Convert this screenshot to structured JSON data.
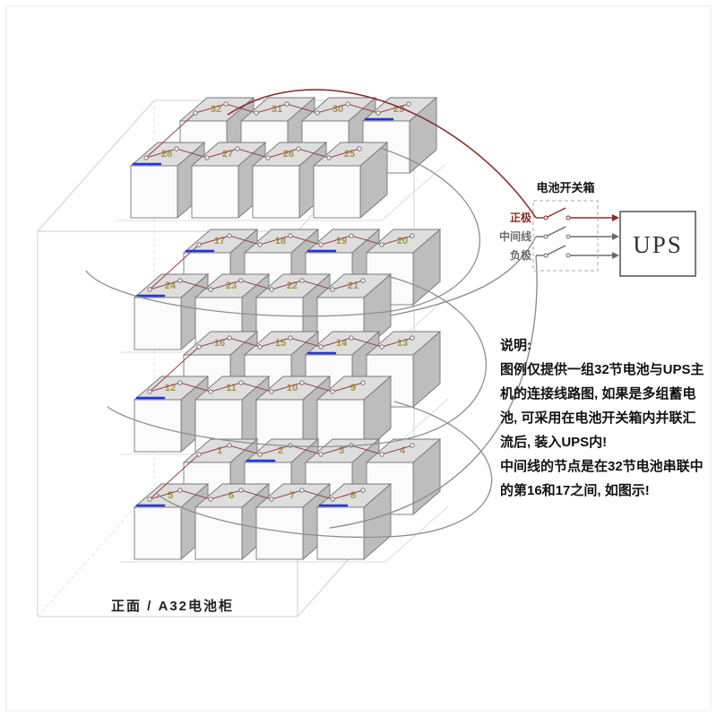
{
  "caption": {
    "text": "正面 / A32电池柜"
  },
  "switch_box": {
    "title": "电池开关箱",
    "lines": [
      {
        "label": "正极",
        "color": "#8b2a2a"
      },
      {
        "label": "中间线",
        "color": "#6b6b6b"
      },
      {
        "label": "负极",
        "color": "#6b6b6b"
      }
    ]
  },
  "ups": {
    "label": "UPS"
  },
  "notes": {
    "heading": "说明:",
    "lines": [
      "图例仅提供一组32节电池与UPS主",
      "机的连接线路图, 如果是多组蓄电",
      "池, 可采用在电池开关箱内并联汇",
      "流后, 装入UPS内!",
      "中间线的节点是在32节电池串联中",
      "的第16和17之间, 如图示!"
    ]
  },
  "battery_shelves": [
    {
      "back": [
        "32",
        "31",
        "30",
        "29"
      ],
      "front": [
        "28",
        "27",
        "26",
        "25"
      ]
    },
    {
      "back": [
        "17",
        "18",
        "19",
        "20"
      ],
      "front": [
        "24",
        "23",
        "22",
        "21"
      ]
    },
    {
      "back": [
        "16",
        "15",
        "14",
        "13"
      ],
      "front": [
        "12",
        "11",
        "10",
        "9"
      ]
    },
    {
      "back": [
        "1",
        "2",
        "3",
        "4"
      ],
      "front": [
        "5",
        "6",
        "7",
        "8"
      ]
    }
  ],
  "blue_marks": [
    [
      0,
      "back",
      3
    ],
    [
      0,
      "front",
      0
    ],
    [
      1,
      "back",
      0
    ],
    [
      1,
      "back",
      2
    ],
    [
      1,
      "front",
      0
    ],
    [
      2,
      "back",
      2
    ],
    [
      2,
      "front",
      0
    ],
    [
      3,
      "back",
      1
    ],
    [
      3,
      "front",
      0
    ],
    [
      3,
      "front",
      3
    ]
  ],
  "colors": {
    "positive_wire": "#8b3030",
    "serpentine_wire": "#9b4040",
    "neutral_wire": "#8f8f8f",
    "cabinet_line": "#cfcfcf",
    "cabinet_hidden_line": "#e3e3e3",
    "battery_number": "#a09543",
    "blue_mark": "#2233dd"
  }
}
